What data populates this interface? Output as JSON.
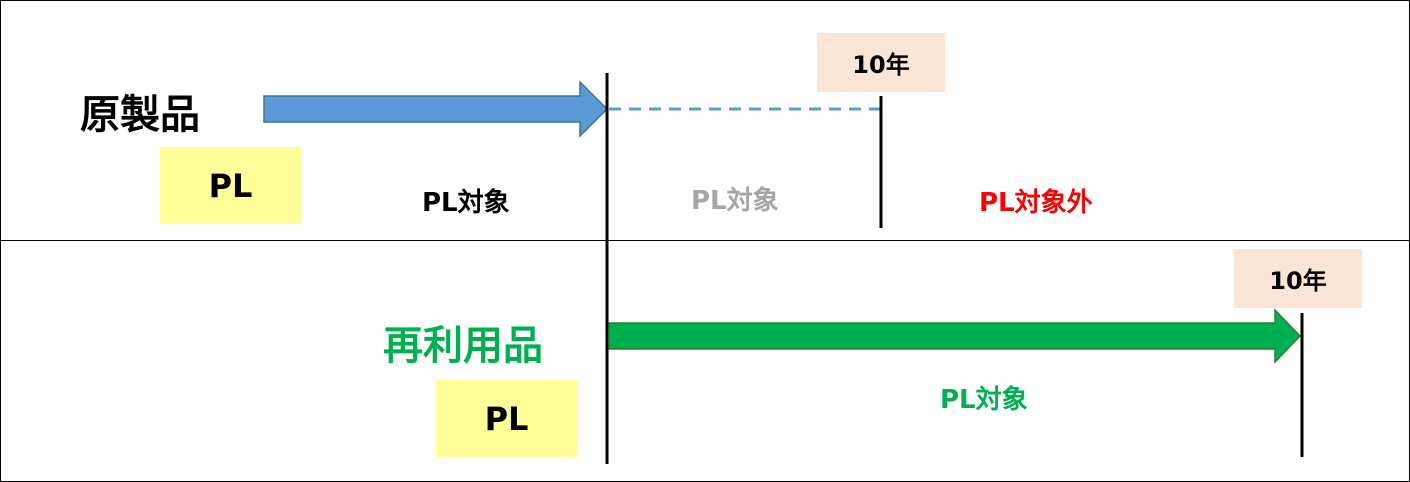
{
  "original": {
    "label": "原製品",
    "pl_badge": "PL",
    "year_marker": "10年",
    "period_covered": "PL対象",
    "period_covered_extended": "PL対象",
    "period_not_covered": "PL対象外"
  },
  "reused": {
    "label": "再利用品",
    "pl_badge": "PL",
    "year_marker": "10年",
    "period_covered": "PL対象"
  },
  "colors": {
    "original_arrow": "#5b9bd5",
    "original_arrow_border": "#41719c",
    "reused_arrow": "#00b050",
    "reused_arrow_border": "#2e7d32",
    "reused_label": "#00b050",
    "not_covered_text": "#ff0000",
    "extended_text": "#a6a6a6",
    "pl_badge_fill": "#ffff99",
    "year_box_fill": "#fbe5d6"
  }
}
